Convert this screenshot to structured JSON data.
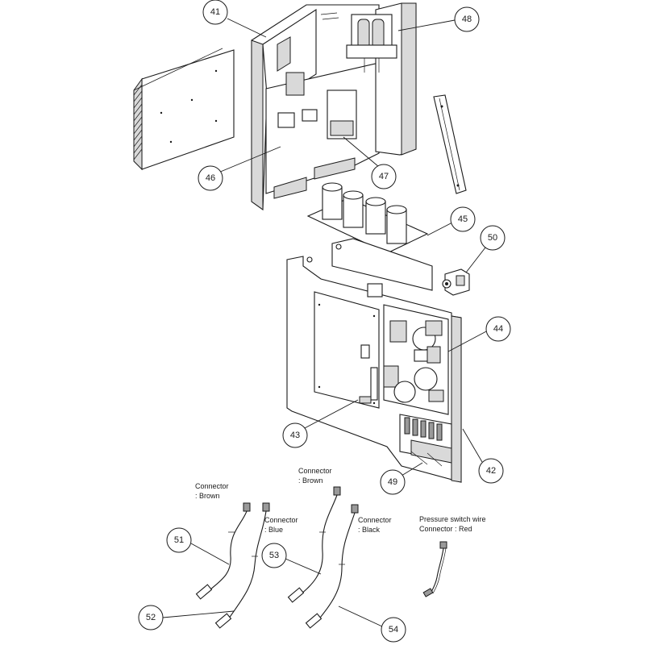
{
  "callouts": {
    "c41": "41",
    "c42": "42",
    "c43": "43",
    "c44": "44",
    "c45": "45",
    "c46": "46",
    "c47": "47",
    "c48": "48",
    "c49": "49",
    "c50": "50",
    "c51": "51",
    "c52": "52",
    "c53": "53",
    "c54": "54"
  },
  "labels": {
    "sensor_51": {
      "line1": "Connector",
      "line2": ": Brown"
    },
    "sensor_52": {
      "line1": "Connector",
      "line2": ": Blue"
    },
    "sensor_53": {
      "line1": "Connector",
      "line2": ": Brown"
    },
    "sensor_54": {
      "line1": "Connector",
      "line2": ": Black"
    },
    "pressure_switch": {
      "line1": "Pressure switch wire",
      "line2": "Connector : Red"
    }
  }
}
